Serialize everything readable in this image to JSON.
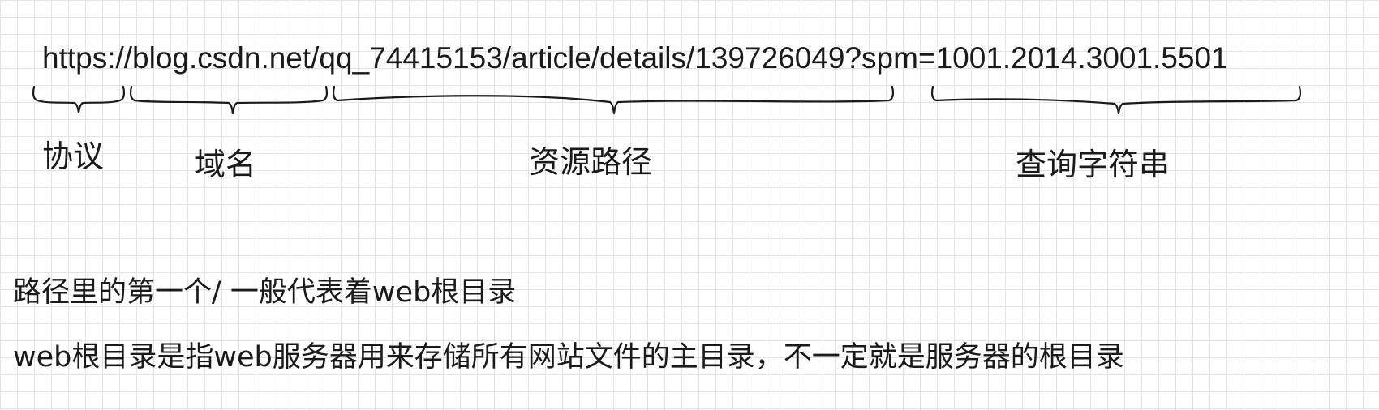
{
  "url": "https://blog.csdn.net/qq_74415153/article/details/139726049?spm=1001.2014.3001.5501",
  "labels": {
    "protocol": "协议",
    "domain": "域名",
    "path": "资源路径",
    "query": "查询字符串"
  },
  "notes": [
    "路径里的第一个/ 一般代表着web根目录",
    "web根目录是指web服务器用来存储所有网站文件的主目录，不一定就是服务器的根目录"
  ]
}
